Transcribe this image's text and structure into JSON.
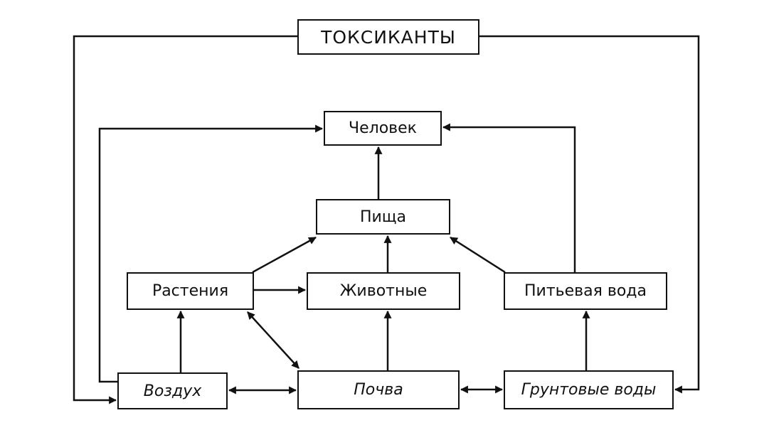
{
  "nodes": {
    "toksikanty": "ТОКСИКАНТЫ",
    "chelovek": "Человек",
    "pishcha": "Пища",
    "rasteniya": "Растения",
    "zhivotnye": "Животные",
    "pitevaya_voda": "Питьевая вода",
    "vozdukh": "Воздух",
    "pochva": "Почва",
    "gruntovye_vody": "Грунтовые воды"
  },
  "edges": [
    {
      "from": "toksikanty",
      "to": "vozdukh"
    },
    {
      "from": "toksikanty",
      "to": "gruntovye_vody"
    },
    {
      "from": "vozdukh",
      "to": "chelovek"
    },
    {
      "from": "pitevaya_voda",
      "to": "chelovek"
    },
    {
      "from": "pishcha",
      "to": "chelovek"
    },
    {
      "from": "rasteniya",
      "to": "pishcha"
    },
    {
      "from": "zhivotnye",
      "to": "pishcha"
    },
    {
      "from": "pitevaya_voda",
      "to": "pishcha"
    },
    {
      "from": "rasteniya",
      "to": "zhivotnye"
    },
    {
      "from": "vozdukh",
      "to": "rasteniya"
    },
    {
      "from": "pochva",
      "to": "zhivotnye"
    },
    {
      "from": "gruntovye_vody",
      "to": "pitevaya_voda"
    },
    {
      "from": "rasteniya",
      "to": "pochva",
      "bidirectional": true
    },
    {
      "from": "vozdukh",
      "to": "pochva",
      "bidirectional": true
    },
    {
      "from": "pochva",
      "to": "gruntovye_vody",
      "bidirectional": true
    }
  ]
}
